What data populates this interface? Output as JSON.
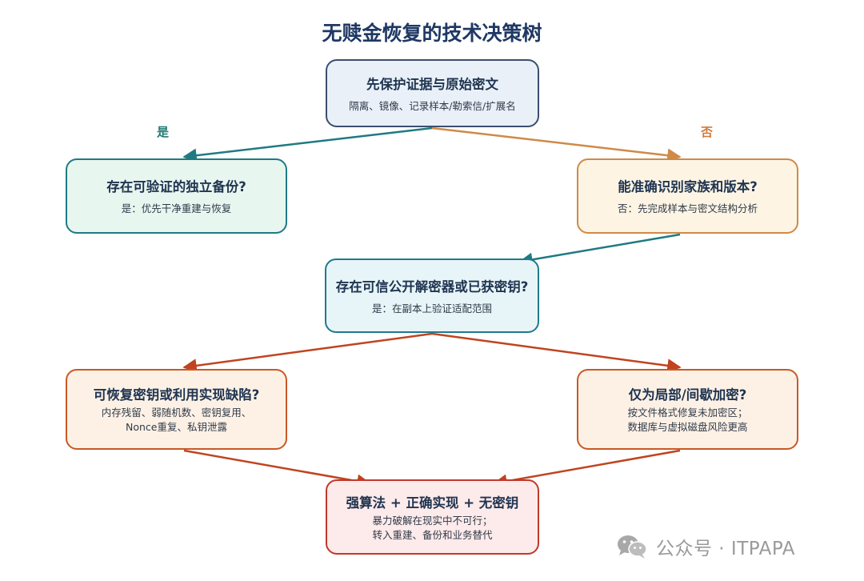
{
  "title": "无赎金恢复的技术决策树",
  "branch_labels": {
    "yes": "是",
    "no": "否"
  },
  "nodes": {
    "root": {
      "head": "先保护证据与原始密文",
      "sub": [
        "隔离、镜像、记录样本/勒索信/扩展名"
      ]
    },
    "backup": {
      "head": "存在可验证的独立备份?",
      "sub": [
        "是：优先干净重建与恢复"
      ]
    },
    "family": {
      "head": "能准确识别家族和版本?",
      "sub": [
        "否：先完成样本与密文结构分析"
      ]
    },
    "decrypt": {
      "head": "存在可信公开解密器或已获密钥?",
      "sub": [
        "是：在副本上验证适配范围"
      ]
    },
    "flaw": {
      "head": "可恢复密钥或利用实现缺陷?",
      "sub": [
        "内存残留、弱随机数、密钥复用、",
        "Nonce重复、私钥泄露"
      ]
    },
    "partial": {
      "head": "仅为局部/间歇加密?",
      "sub": [
        "按文件格式修复未加密区；",
        "数据库与虚拟磁盘风险更高"
      ]
    },
    "strong": {
      "head": "强算法 + 正确实现 + 无密钥",
      "sub": [
        "暴力破解在现实中不可行；",
        "转入重建、备份和业务替代"
      ]
    }
  },
  "edge_colors": {
    "teal": "#1f7a82",
    "orange": "#cf8a48",
    "red": "#c0441f"
  },
  "watermark": {
    "text": "公众号 · ITPAPA",
    "icon": "wechat-icon"
  }
}
